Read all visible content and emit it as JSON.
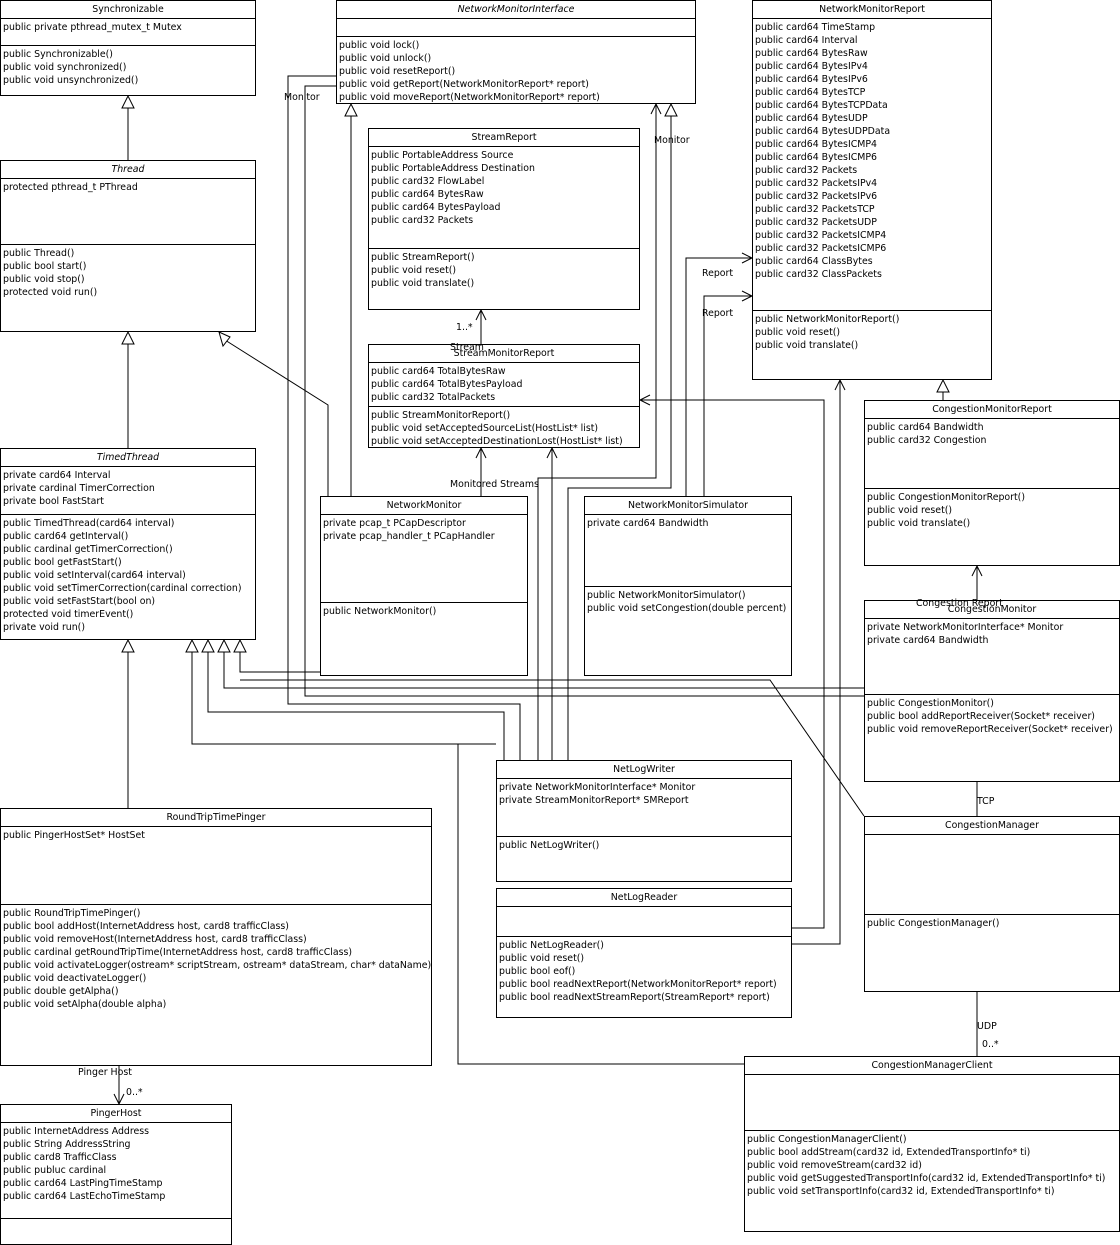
{
  "classes": {
    "synchronizable": {
      "name": "Synchronizable",
      "attrs": [
        "public private pthread_mutex_t Mutex"
      ],
      "ops": [
        "public Synchronizable()",
        "public void synchronized()",
        "public void unsynchronized()"
      ]
    },
    "network_monitor_interface": {
      "name": "NetworkMonitorInterface",
      "attrs": [],
      "ops": [
        "public void lock()",
        "public void unlock()",
        "public void resetReport()",
        "public void getReport(NetworkMonitorReport* report)",
        "public void moveReport(NetworkMonitorReport* report)"
      ]
    },
    "network_monitor_report": {
      "name": "NetworkMonitorReport",
      "attrs": [
        "public card64 TimeStamp",
        "public card64 Interval",
        "public card64 BytesRaw",
        "public card64 BytesIPv4",
        "public card64 BytesIPv6",
        "public card64 BytesTCP",
        "public card64 BytesTCPData",
        "public card64 BytesUDP",
        "public card64 BytesUDPData",
        "public card64 BytesICMP4",
        "public card64 BytesICMP6",
        "public card32 Packets",
        "public card32 PacketsIPv4",
        "public card32 PacketsIPv6",
        "public card32 PacketsTCP",
        "public card32 PacketsUDP",
        "public card32 PacketsICMP4",
        "public card32 PacketsICMP6",
        "public card64 ClassBytes",
        "public card32 ClassPackets"
      ],
      "ops": [
        "public NetworkMonitorReport()",
        "public void reset()",
        "public void translate()"
      ]
    },
    "stream_report": {
      "name": "StreamReport",
      "attrs": [
        "public PortableAddress Source",
        "public PortableAddress Destination",
        "public card32 FlowLabel",
        "public card64 BytesRaw",
        "public card64 BytesPayload",
        "public card32 Packets"
      ],
      "ops": [
        "public StreamReport()",
        "public void reset()",
        "public void translate()"
      ]
    },
    "thread": {
      "name": "Thread",
      "attrs": [
        "protected pthread_t PThread"
      ],
      "ops": [
        "public Thread()",
        "public bool start()",
        "public void stop()",
        "protected void run()"
      ]
    },
    "stream_monitor_report": {
      "name": "StreamMonitorReport",
      "attrs": [
        "public card64 TotalBytesRaw",
        "public card64 TotalBytesPayload",
        "public card32 TotalPackets"
      ],
      "ops": [
        "public StreamMonitorReport()",
        "public void setAcceptedSourceList(HostList* list)",
        "public void setAcceptedDestinationLost(HostList* list)"
      ]
    },
    "congestion_monitor_report": {
      "name": "CongestionMonitorReport",
      "attrs": [
        "public card64 Bandwidth",
        "public card32 Congestion"
      ],
      "ops": [
        "public CongestionMonitorReport()",
        "public void reset()",
        "public void translate()"
      ]
    },
    "timed_thread": {
      "name": "TimedThread",
      "attrs": [
        "private card64 Interval",
        "private cardinal TimerCorrection",
        "private bool FastStart"
      ],
      "ops": [
        "public TimedThread(card64 interval)",
        "public card64 getInterval()",
        "public cardinal getTimerCorrection()",
        "public bool getFastStart()",
        "public void setInterval(card64 interval)",
        "public void setTimerCorrection(cardinal correction)",
        "public void setFastStart(bool on)",
        "protected void timerEvent()",
        "private void run()"
      ]
    },
    "network_monitor": {
      "name": "NetworkMonitor",
      "attrs": [
        "private pcap_t PCapDescriptor",
        "private pcap_handler_t PCapHandler"
      ],
      "ops": [
        "public NetworkMonitor()"
      ]
    },
    "network_monitor_simulator": {
      "name": "NetworkMonitorSimulator",
      "attrs": [
        "private card64 Bandwidth"
      ],
      "ops": [
        "public NetworkMonitorSimulator()",
        "public void setCongestion(double percent)"
      ]
    },
    "congestion_monitor": {
      "name": "CongestionMonitor",
      "attrs": [
        "private NetworkMonitorInterface* Monitor",
        "private card64 Bandwidth"
      ],
      "ops": [
        "public CongestionMonitor()",
        "public bool addReportReceiver(Socket* receiver)",
        "public void removeReportReceiver(Socket* receiver)"
      ]
    },
    "net_log_writer": {
      "name": "NetLogWriter",
      "attrs": [
        "private NetworkMonitorInterface* Monitor",
        "private StreamMonitorReport* SMReport"
      ],
      "ops": [
        "public NetLogWriter()"
      ]
    },
    "round_trip_time_pinger": {
      "name": "RoundTripTimePinger",
      "attrs": [
        "public PingerHostSet* HostSet"
      ],
      "ops": [
        "public RoundTripTimePinger()",
        "public bool addHost(InternetAddress host, card8 trafficClass)",
        "public void removeHost(InternetAddress host, card8 trafficClass)",
        "public cardinal getRoundTripTime(InternetAddress host, card8 trafficClass)",
        "public void activateLogger(ostream* scriptStream, ostream* dataStream, char* dataName)",
        "public void deactivateLogger()",
        "public double getAlpha()",
        "public void setAlpha(double alpha)"
      ]
    },
    "congestion_manager": {
      "name": "CongestionManager",
      "attrs": [],
      "ops": [
        "public CongestionManager()"
      ]
    },
    "net_log_reader": {
      "name": "NetLogReader",
      "attrs": [],
      "ops": [
        "public NetLogReader()",
        "public void reset()",
        "public bool eof()",
        "public bool readNextReport(NetworkMonitorReport* report)",
        "public bool readNextStreamReport(StreamReport* report)"
      ]
    },
    "congestion_manager_client": {
      "name": "CongestionManagerClient",
      "attrs": [],
      "ops": [
        "public CongestionManagerClient()",
        "public bool addStream(card32 id, ExtendedTransportInfo* ti)",
        "public void removeStream(card32 id)",
        "public void getSuggestedTransportInfo(card32 id, ExtendedTransportInfo* ti)",
        "public void setTransportInfo(card32 id, ExtendedTransportInfo* ti)"
      ]
    },
    "pinger_host": {
      "name": "PingerHost",
      "attrs": [
        "public InternetAddress Address",
        "public String AddressString",
        "public card8 TrafficClass",
        "public publuc cardinal",
        "public card64 LastPingTimeStamp",
        "public card64 LastEchoTimeStamp"
      ],
      "ops": []
    }
  },
  "labels": {
    "monitor_left": "Monitor",
    "monitor_right": "Monitor",
    "report_upper": "Report",
    "report_lower": "Report",
    "stream_mult": "1..*",
    "stream_role": "Stream",
    "monitored_streams": "Monitored Streams",
    "congestion_report": "Congestion Report",
    "tcp": "TCP",
    "udp": "UDP",
    "udp_mult": "0..*",
    "pinger_host_role": "Pinger Host",
    "pinger_host_mult": "0..*"
  }
}
